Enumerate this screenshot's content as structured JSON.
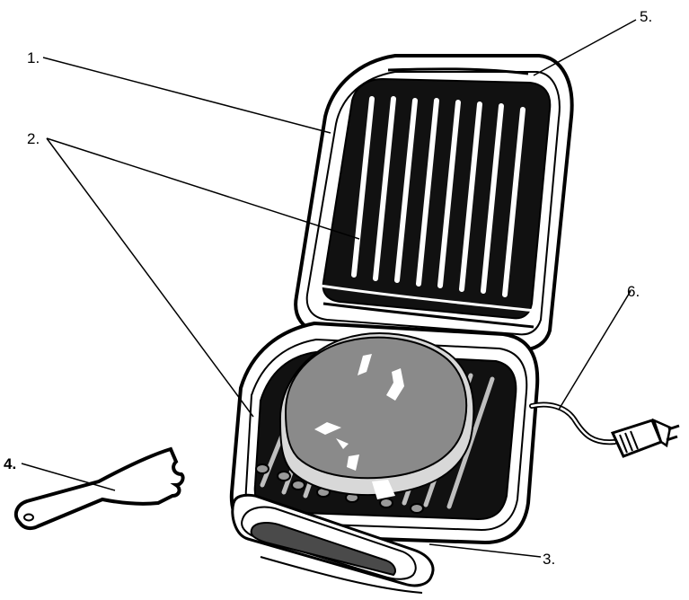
{
  "callouts": {
    "c1": "1.",
    "c2": "2.",
    "c3": "3.",
    "c4": "4.",
    "c5": "5.",
    "c6": "6."
  },
  "colors": {
    "ink": "#000000",
    "grill_plate": "#111111",
    "food": "#8a8a8a",
    "bun": "#d8d8d8",
    "drip_tray": "#4a4a4a",
    "housing": "#ffffff"
  },
  "icons": [
    "contact-grill-illustration",
    "spatula-tool",
    "power-plug"
  ]
}
